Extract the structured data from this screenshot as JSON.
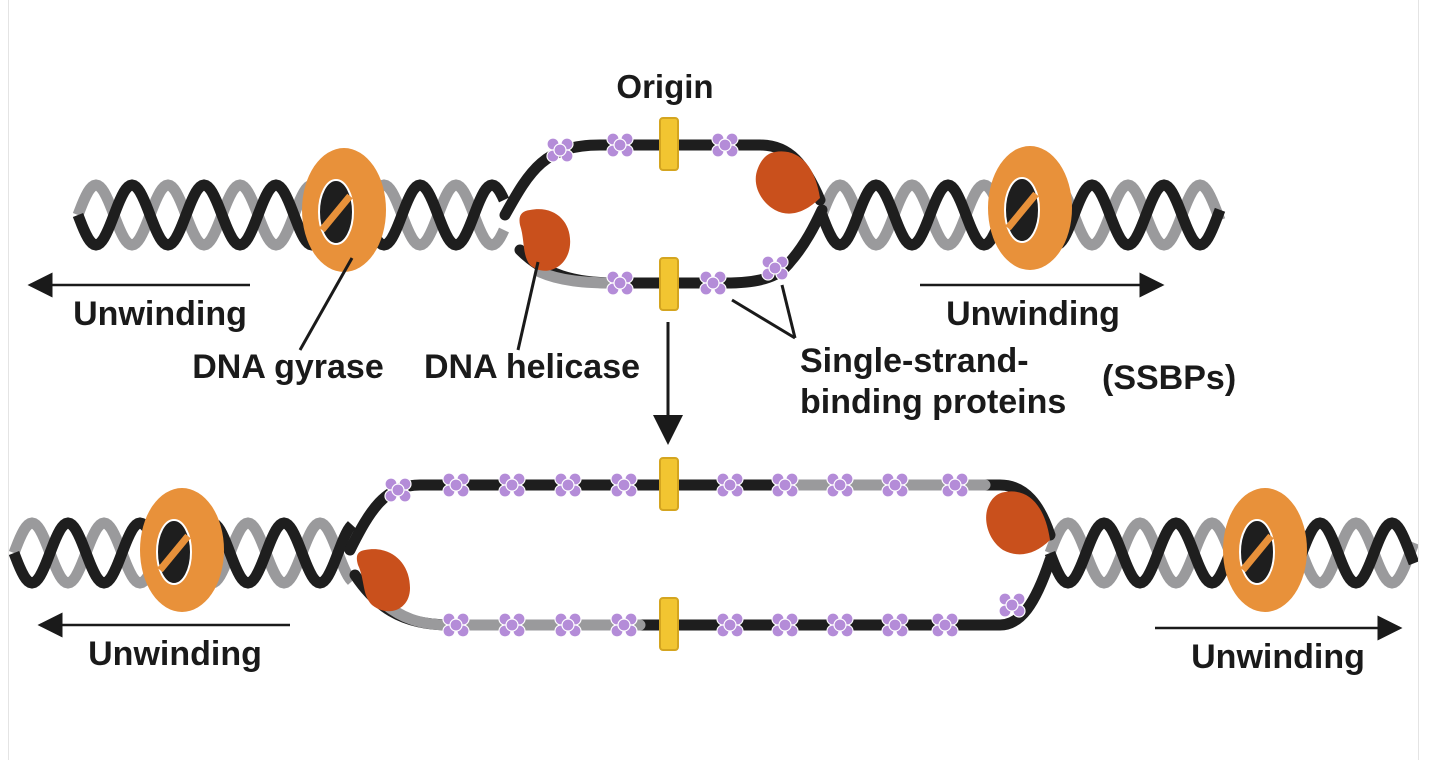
{
  "labels": {
    "origin": "Origin",
    "unwinding_top_left": "Unwinding",
    "unwinding_top_right": "Unwinding",
    "unwinding_bottom_left": "Unwinding",
    "unwinding_bottom_right": "Unwinding",
    "dna_gyrase": "DNA gyrase",
    "dna_helicase": "DNA helicase",
    "ssb_line1": "Single-strand-",
    "ssb_line2": "binding proteins",
    "ssb_abbrev": "(SSBPs)"
  },
  "colors": {
    "strand_dark": "#1e1e1e",
    "strand_light": "#9a9a9c",
    "gyrase": "#e8913a",
    "helicase": "#c9501c",
    "ssbp": "#b48cd8",
    "origin_marker": "#f2c531",
    "arrow": "#1a1a1a"
  }
}
